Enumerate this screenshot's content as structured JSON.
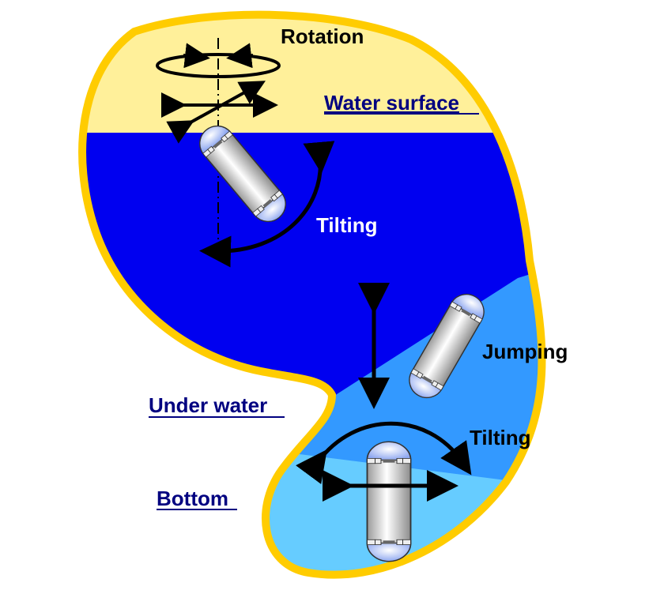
{
  "diagram": {
    "zones": [
      {
        "id": "water-surface",
        "label": "Water surface",
        "color": "#FFF09A"
      },
      {
        "id": "under-water",
        "label": "Under water",
        "color": "#0000F0"
      },
      {
        "id": "mid-water",
        "label": "",
        "color": "#3399FF"
      },
      {
        "id": "bottom",
        "label": "Bottom",
        "color": "#66CCFF"
      }
    ],
    "outline_color": "#FFCC00",
    "link_color": "#000080",
    "motions": [
      {
        "id": "rotation",
        "label": "Rotation"
      },
      {
        "id": "tilting-surface",
        "label": "Tilting"
      },
      {
        "id": "jumping",
        "label": "Jumping"
      },
      {
        "id": "tilting-bottom",
        "label": "Tilting"
      }
    ],
    "robots": [
      {
        "id": "robot-surface",
        "state": "tilted"
      },
      {
        "id": "robot-jumping",
        "state": "tilted"
      },
      {
        "id": "robot-bottom",
        "state": "upright"
      }
    ]
  }
}
